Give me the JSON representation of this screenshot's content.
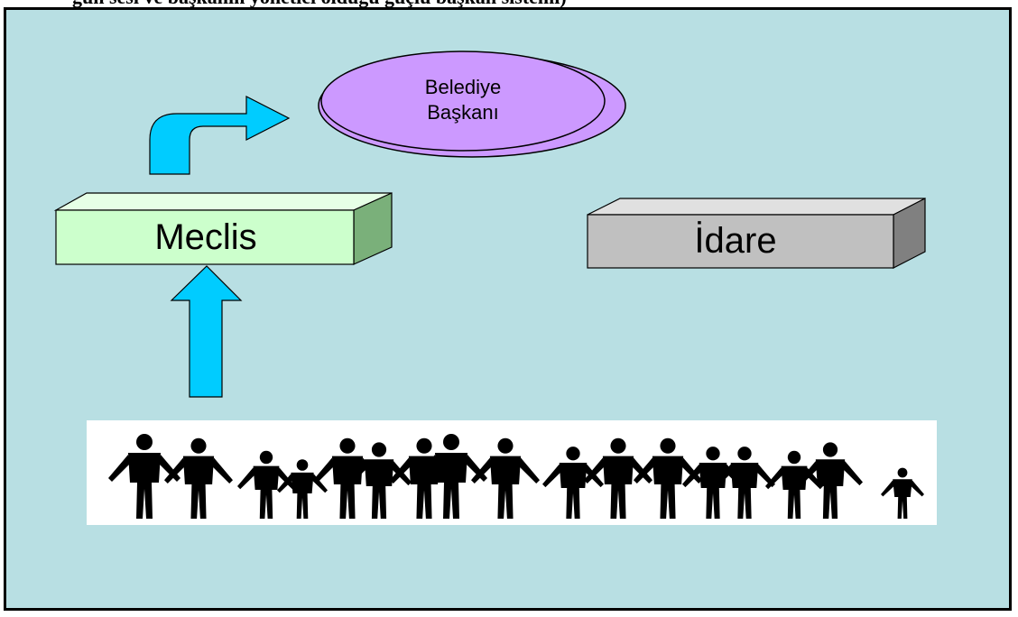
{
  "header_cut_text": "ğun sesi ve başkanın yönetici olduğu güçlü başkan sistemi)",
  "nodes": {
    "baskan": "Belediye\nBaşkanı",
    "baskan_line1": "Belediye",
    "baskan_line2": "Başkanı",
    "meclis": "Meclis",
    "idare": "İdare"
  },
  "colors": {
    "background": "#b8dfe3",
    "ellipse": "#cc99ff",
    "meclis_face": "#ccffcc",
    "idare_face": "#c0c0c0",
    "arrow": "#00ccff"
  }
}
